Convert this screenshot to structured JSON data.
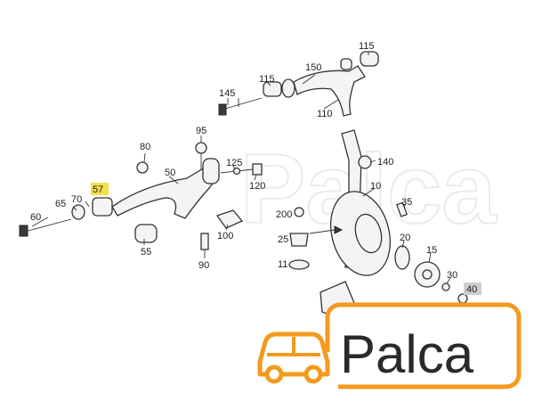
{
  "diagram": {
    "highlight_color": "#f2e14a",
    "highlight_ref": "57",
    "grey_ref": "40",
    "refs": {
      "r115a": "115",
      "r150": "150",
      "r145": "145",
      "r115b": "115",
      "r110": "110",
      "r95": "95",
      "r80": "80",
      "r50": "50",
      "r125": "125",
      "r120": "120",
      "r140": "140",
      "r57": "57",
      "r70": "70",
      "r65": "65",
      "r60": "60",
      "r10": "10",
      "r35": "35",
      "r200": "200",
      "r25": "25",
      "r100": "100",
      "r55": "55",
      "r90": "90",
      "r11": "11",
      "r20": "20",
      "r15": "15",
      "r30": "30",
      "r40": "40"
    }
  },
  "logo": {
    "text": "Palca",
    "orange": "#f39a1e",
    "watermark": "Palca"
  }
}
